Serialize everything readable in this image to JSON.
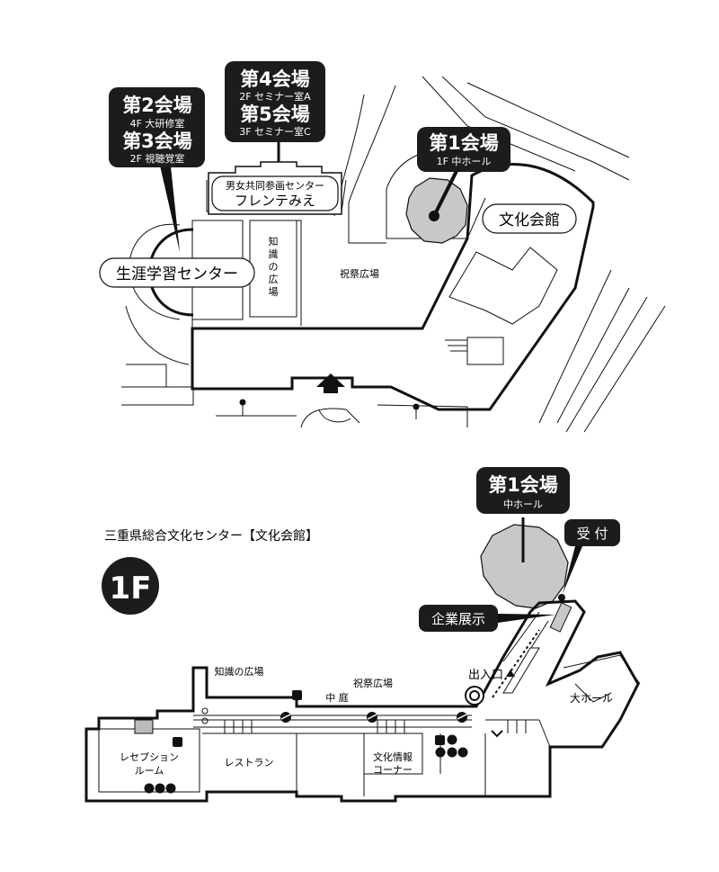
{
  "top_map": {
    "venue2": {
      "title": "第2会場",
      "floor": "4F 大研修室"
    },
    "venue3": {
      "title": "第3会場",
      "floor": "2F 視聴覚室"
    },
    "venue4": {
      "title": "第4会場",
      "floor": "2F セミナー室A"
    },
    "venue5": {
      "title": "第5会場",
      "floor": "3F セミナー室C"
    },
    "venue1": {
      "title": "第1会場",
      "floor": "1F 中ホール"
    },
    "frente": {
      "line1": "男女共同参画センター",
      "line2": "フレンテみえ"
    },
    "bunka_kaikan": "文化会館",
    "shogai": "生涯学習センター",
    "chishiki_lines": [
      "知",
      "識",
      "の",
      "広",
      "場"
    ],
    "shukusai": "祝祭広場"
  },
  "floor_map": {
    "title": "三重県総合文化センター【文化会館】",
    "floor_badge": "1F",
    "venue1": {
      "title": "第1会場",
      "floor": "中ホール"
    },
    "reception": "受 付",
    "exhibit": "企業展示",
    "entrance": "出入口",
    "daihall": "大ホール",
    "chishiki": "知識の広場",
    "shukusai": "祝祭広場",
    "nakaniwa": "中 庭",
    "reception_room": [
      "レセプション",
      "ルーム"
    ],
    "restaurant": "レストラン",
    "info_corner": [
      "文化情報",
      "コーナー"
    ]
  },
  "colors": {
    "hall_fill": "#c8c8c8",
    "label_bg": "#1c1c1c",
    "label_text": "#ffffff",
    "line": "#111111"
  }
}
